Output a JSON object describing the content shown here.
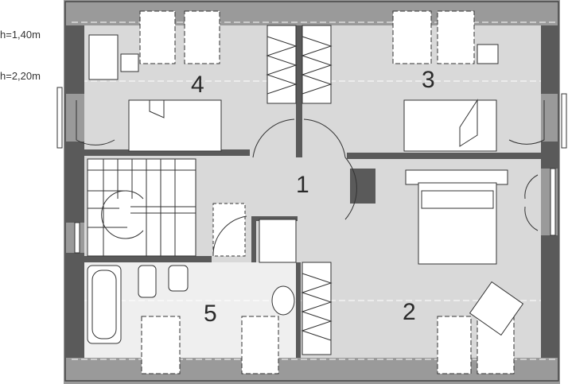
{
  "height_notes": [
    {
      "text": "h=1,40m"
    },
    {
      "text": "h=2,20m"
    }
  ],
  "rooms": [
    {
      "id": "1",
      "label": "1"
    },
    {
      "id": "2",
      "label": "2"
    },
    {
      "id": "3",
      "label": "3"
    },
    {
      "id": "4",
      "label": "4"
    },
    {
      "id": "5",
      "label": "5"
    }
  ],
  "colors": {
    "wall": "#5a5a5a",
    "floor": "#d9d9d9",
    "bath_floor": "#f0f0f0",
    "line": "#333333"
  }
}
